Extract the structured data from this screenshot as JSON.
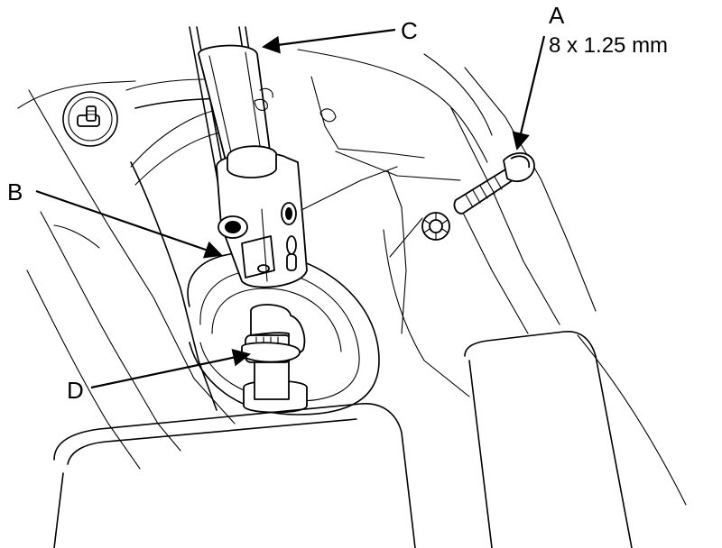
{
  "callouts": {
    "a": {
      "letter": "A",
      "spec": "8 x 1.25 mm"
    },
    "b": {
      "letter": "B"
    },
    "c": {
      "letter": "C"
    },
    "d": {
      "letter": "D"
    }
  },
  "colors": {
    "line": "#000000",
    "background": "#ffffff"
  }
}
